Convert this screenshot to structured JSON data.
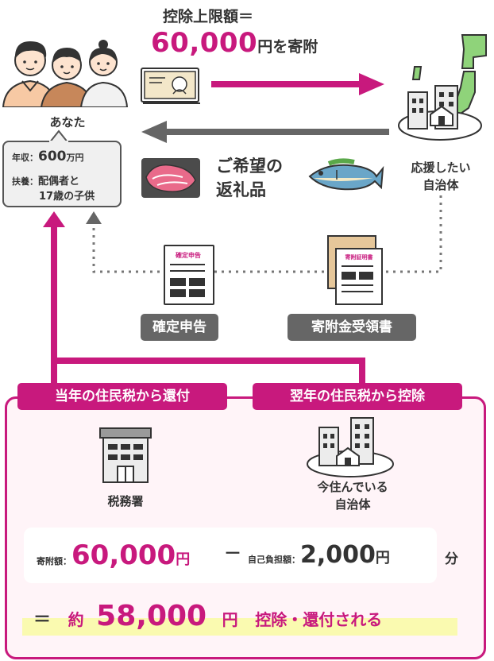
{
  "header": {
    "title": "控除上限額＝",
    "amount": "60,000",
    "amount_suffix": "円を寄附"
  },
  "you": {
    "label": "あなた",
    "income_label": "年収：",
    "income_value": "600",
    "income_unit": "万円",
    "dependents_label": "扶養：",
    "dependents_line1": "配偶者と",
    "dependents_line2": "17歳の子供"
  },
  "municipality": {
    "label_line1": "応援したい",
    "label_line2": "自治体"
  },
  "gift": {
    "line1": "ご希望の",
    "line2": "返礼品"
  },
  "documents": {
    "tax_return_doc_text": "確定申告",
    "receipt_doc_text": "寄附証明書",
    "tax_return_tag": "確定申告",
    "receipt_tag": "寄附金受領書"
  },
  "refund": {
    "current_year_tag": "当年の住民税から還付",
    "next_year_tag": "翌年の住民税から控除",
    "tax_office_label": "税務署",
    "local_gov_line1": "今住んでいる",
    "local_gov_line2": "自治体"
  },
  "formula": {
    "donation_label": "寄附額：",
    "donation_value": "60,000",
    "yen": "円",
    "minus": "－",
    "self_burden_label": "自己負担額：",
    "self_burden_value": "2,000",
    "portion": "分",
    "equals": "＝",
    "approx": "約",
    "result_value": "58,000",
    "result_text": "控除・還付される"
  },
  "colors": {
    "accent": "#c8197d",
    "gray_arrow": "#666666",
    "highlight": "#fafab0",
    "panel_bg": "#fff4f8"
  }
}
